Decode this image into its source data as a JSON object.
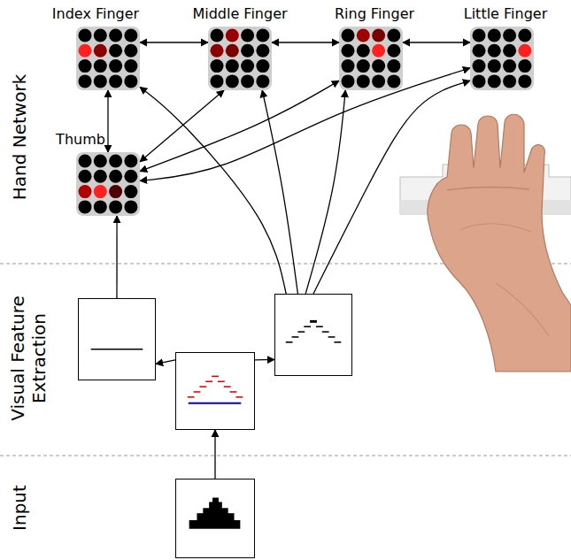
{
  "diagram": {
    "nodes": [
      {
        "text": [
          "Index Finger"
        ]
      },
      {
        "text": [
          "Middle Finger"
        ]
      },
      {
        "text": [
          "Ring Finger"
        ]
      },
      {
        "text": [
          "Little Finger"
        ]
      },
      {
        "text": [
          "Thumb"
        ]
      },
      {
        "text": []
      },
      {
        "text": []
      },
      {
        "text": []
      },
      {
        "text": []
      }
    ],
    "edges": [
      {
        "from": 0,
        "to": 1,
        "arrow": "both"
      },
      {
        "from": 1,
        "to": 2,
        "arrow": "both"
      },
      {
        "from": 2,
        "to": 3,
        "arrow": "both"
      },
      {
        "from": 0,
        "to": 4,
        "arrow": "both"
      },
      {
        "from": 1,
        "to": 4,
        "arrow": "both"
      },
      {
        "from": 2,
        "to": 4,
        "arrow": "both"
      },
      {
        "from": 3,
        "to": 4,
        "arrow": "both"
      },
      {
        "from": 8,
        "to": 6,
        "arrow": "to"
      },
      {
        "from": 6,
        "to": 5,
        "arrow": "to"
      },
      {
        "from": 6,
        "to": 7,
        "arrow": "to"
      },
      {
        "from": 5,
        "to": 4,
        "arrow": "to"
      },
      {
        "from": 7,
        "to": 0,
        "arrow": "to"
      },
      {
        "from": 7,
        "to": 1,
        "arrow": "to"
      },
      {
        "from": 7,
        "to": 2,
        "arrow": "to"
      },
      {
        "from": 7,
        "to": 3,
        "arrow": "to"
      }
    ],
    "labels": [
      "Hand Network",
      "Visual Feature Extraction",
      "Input"
    ]
  }
}
